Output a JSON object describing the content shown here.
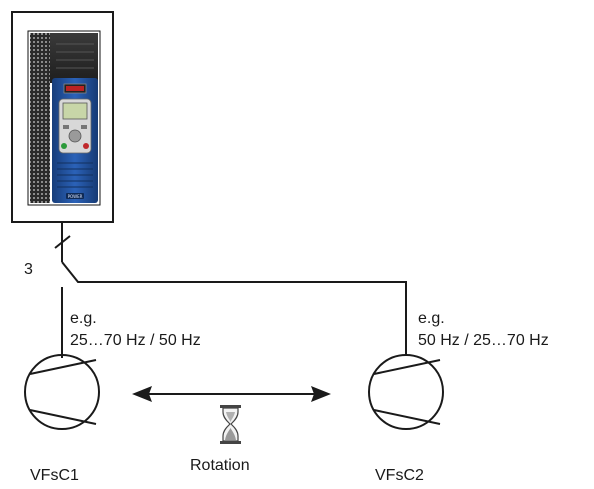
{
  "diagram": {
    "wire_count_label": "3",
    "compressor_left": {
      "name": "VFsC1",
      "note_line1": "e.g.",
      "note_line2": "25…70 Hz / 50 Hz"
    },
    "compressor_right": {
      "name": "VFsC2",
      "note_line1": "e.g.",
      "note_line2": "50 Hz / 25…70 Hz"
    },
    "rotation_label": "Rotation",
    "drive_brand_logo": "POWER"
  },
  "colors": {
    "drive_body": "#1f4f9c",
    "drive_dark": "#1a1a1a",
    "line": "#1a1a1a"
  },
  "icons": [
    "variable-frequency-drive-icon",
    "compressor-symbol-icon",
    "hourglass-icon",
    "double-arrow-icon"
  ]
}
